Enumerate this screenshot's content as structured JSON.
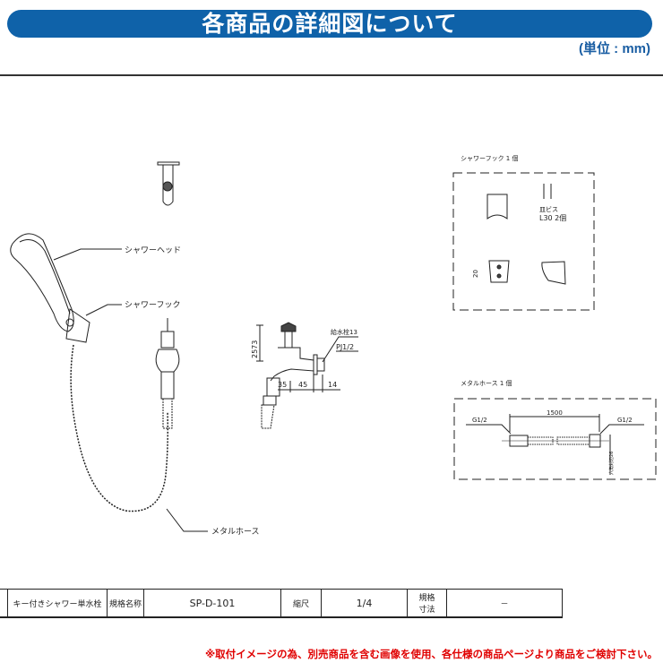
{
  "header": {
    "title": "各商品の詳細図について",
    "unit": "(単位 : mm)"
  },
  "labels": {
    "shower_head": "シャワーヘッド",
    "shower_hook": "シャワーフック",
    "metal_hose": "メタルホース"
  },
  "faucet": {
    "dim_height": "2573",
    "supply_label": "給水栓13",
    "thread_label": "PJ1/2",
    "dim_a": "35",
    "dim_b": "45",
    "dim_c": "14"
  },
  "hook_detail": {
    "title": "シャワーフック 1 個",
    "screw_label": "皿ビス",
    "screw_spec": "L30 2個",
    "dim": "20"
  },
  "hose_detail": {
    "title": "メタルホース 1 個",
    "left_thread": "G1/2",
    "right_thread": "G1/2",
    "length": "1500",
    "hex_label": "六角対辺26"
  },
  "spec_table": {
    "product": "キー付きシャワー単水栓",
    "name_label": "規格名称",
    "name_value": "SP-D-101",
    "scale_label": "縮尺",
    "scale_value": "1/4",
    "size_label_1": "規格",
    "size_label_2": "寸法",
    "size_value": "－"
  },
  "footer_note": "※取付イメージの為、別売商品を含む画像を使用、各仕様の商品ページより商品をご検討下さい。"
}
